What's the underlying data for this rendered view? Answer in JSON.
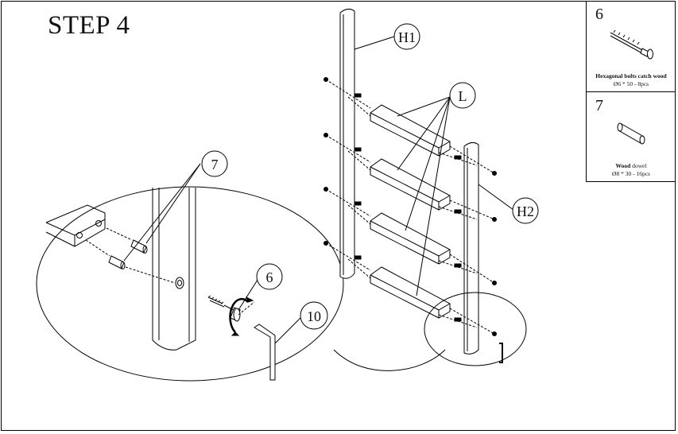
{
  "title": "STEP 4",
  "callouts": {
    "h1": "H1",
    "h2": "H2",
    "l": "L",
    "seven": "7",
    "six": "6",
    "ten": "10"
  },
  "legend": [
    {
      "number": "6",
      "name": "Hexagonal bolts catch wood",
      "spec": "Ø6 * 50 - 8pcs",
      "icon": "hex-bolt-icon"
    },
    {
      "number": "7",
      "name_bold": "Wood",
      "name_rest": " dowel",
      "spec": "Ø8 * 30 - 16pcs",
      "icon": "wood-dowel-icon"
    }
  ]
}
